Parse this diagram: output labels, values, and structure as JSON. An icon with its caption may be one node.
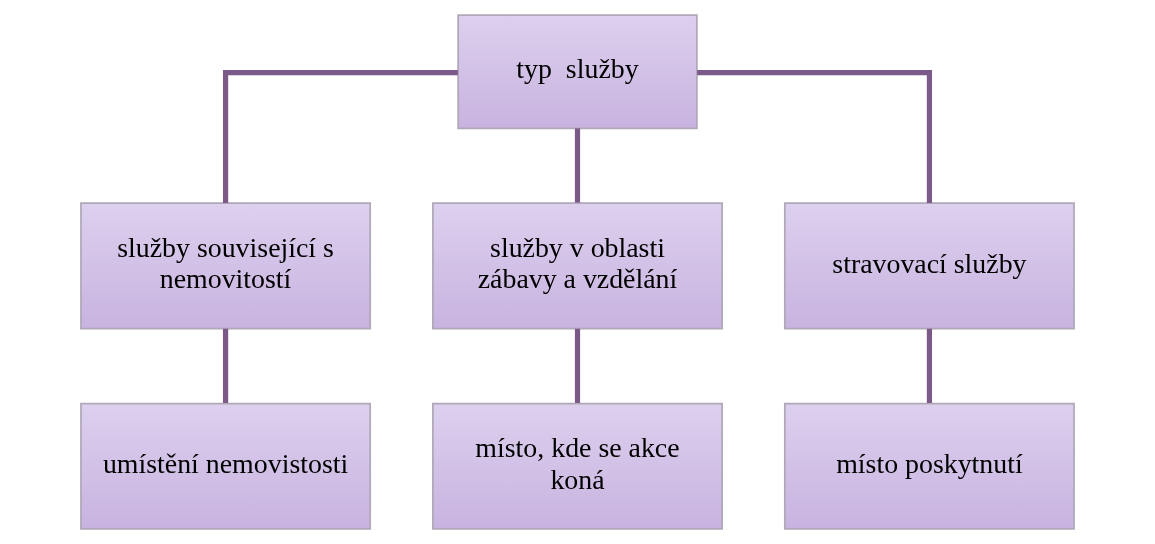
{
  "diagram": {
    "nodes": [
      {
        "text": [
          "typ  služby"
        ]
      },
      {
        "text": [
          "služby související s nemovitostí"
        ]
      },
      {
        "text": [
          "služby v oblasti zábavy a vzdělání"
        ]
      },
      {
        "text": [
          "stravovací služby"
        ]
      },
      {
        "text": [
          "umístění nemovistosti"
        ]
      },
      {
        "text": [
          "místo, kde se akce koná"
        ]
      },
      {
        "text": [
          "místo poskytnutí"
        ]
      }
    ],
    "edges": [
      {
        "from": 0,
        "to": 1,
        "arrow": "none"
      },
      {
        "from": 0,
        "to": 2,
        "arrow": "none"
      },
      {
        "from": 0,
        "to": 3,
        "arrow": "none"
      },
      {
        "from": 1,
        "to": 4,
        "arrow": "none"
      },
      {
        "from": 2,
        "to": 5,
        "arrow": "none"
      },
      {
        "from": 3,
        "to": 6,
        "arrow": "none"
      }
    ]
  }
}
